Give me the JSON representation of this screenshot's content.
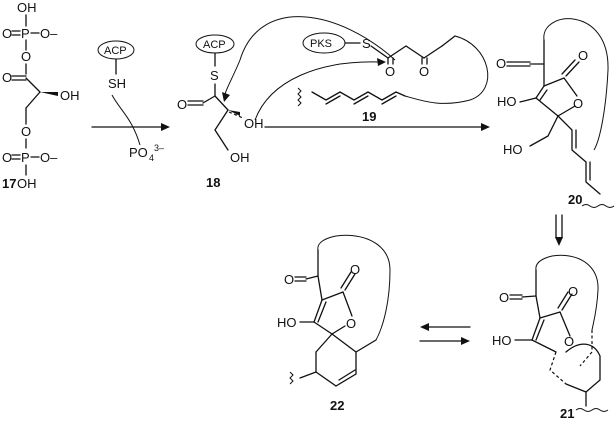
{
  "compounds": {
    "c17": {
      "number": "17"
    },
    "c18": {
      "number": "18",
      "carrier": "ACP"
    },
    "c19": {
      "number": "19",
      "carrier": "PKS"
    },
    "c20": {
      "number": "20"
    },
    "c21": {
      "number": "21"
    },
    "c22": {
      "number": "22"
    }
  },
  "reagents": {
    "acp_thiol": {
      "carrier": "ACP",
      "group": "SH"
    },
    "phosphate": {
      "base": "PO",
      "subscript": "4",
      "charge": "3–"
    }
  },
  "atoms": {
    "O": "O",
    "P": "P",
    "S": "S",
    "OH": "OH",
    "HO": "HO",
    "OH_neg": "O–"
  }
}
